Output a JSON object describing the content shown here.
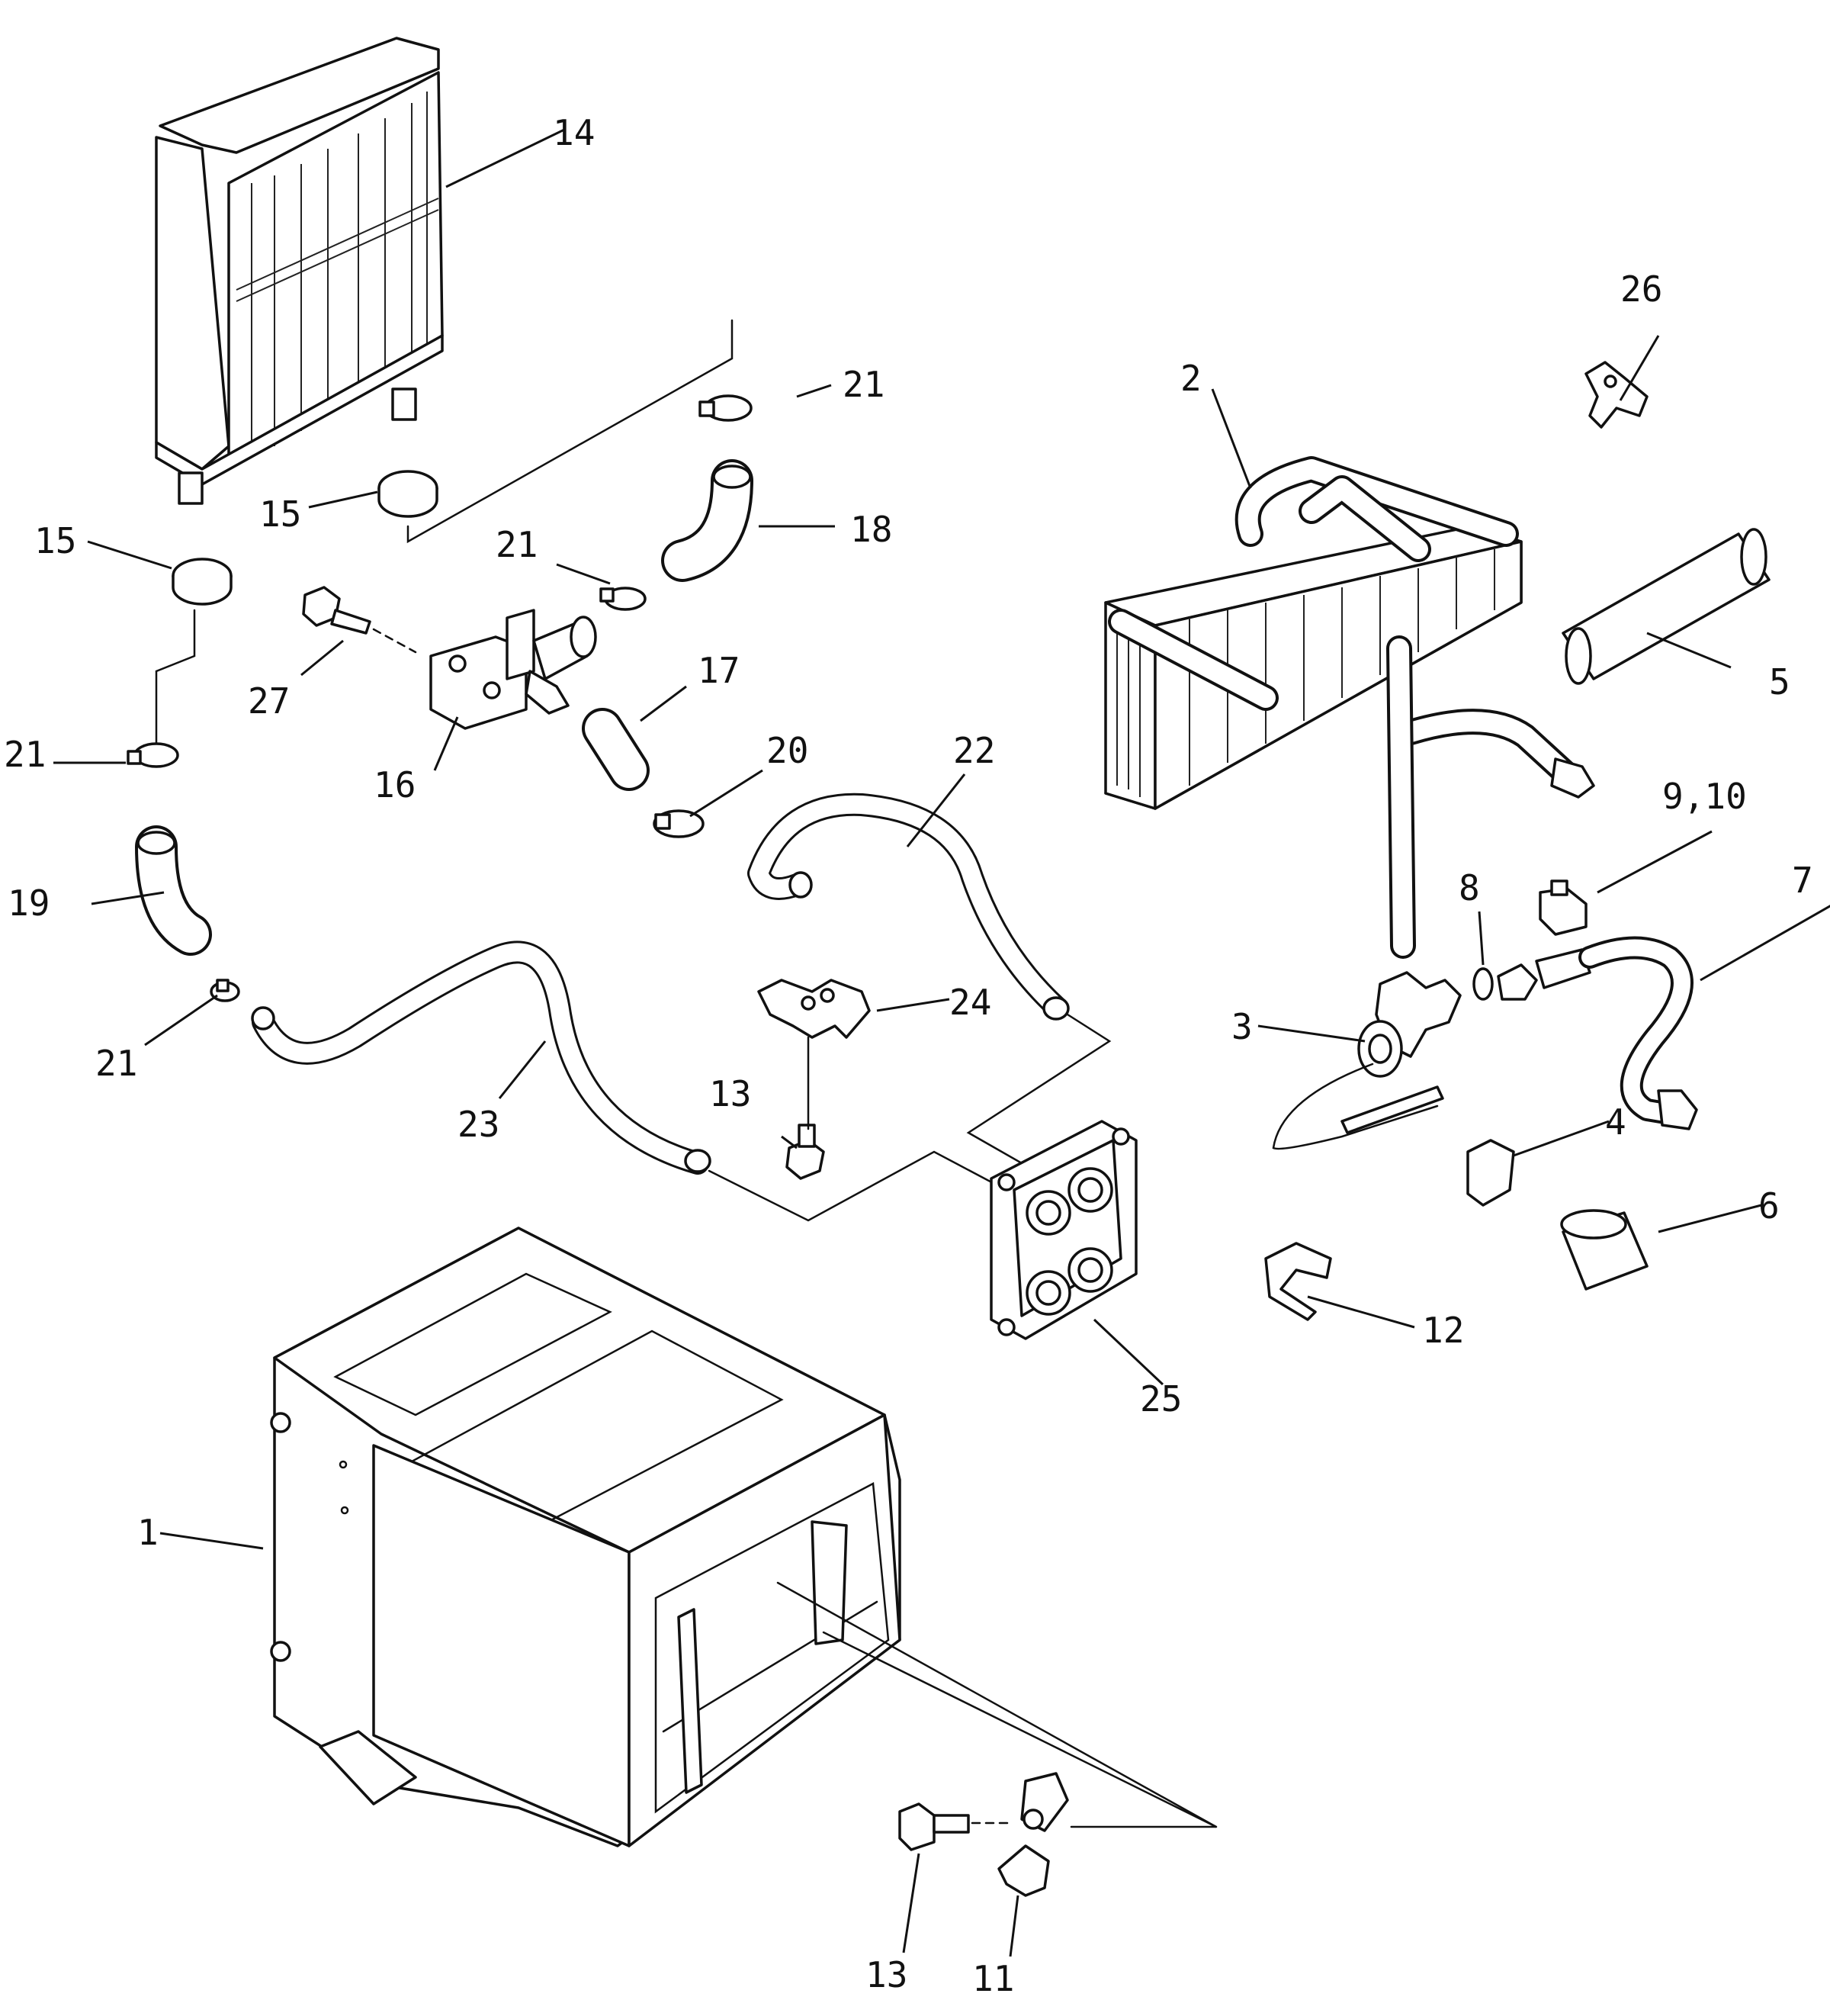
{
  "callouts": {
    "c1": "1",
    "c2": "2",
    "c3": "3",
    "c4": "4",
    "c5": "5",
    "c6": "6",
    "c7": "7",
    "c8": "8",
    "c9_10": "9,10",
    "c11": "11",
    "c12": "12",
    "c13a": "13",
    "c13b": "13",
    "c14": "14",
    "c15a": "15",
    "c15b": "15",
    "c16": "16",
    "c17": "17",
    "c18": "18",
    "c19": "19",
    "c20": "20",
    "c21a": "21",
    "c21b": "21",
    "c21c": "21",
    "c21d": "21",
    "c22": "22",
    "c23": "23",
    "c24": "24",
    "c25": "25",
    "c26": "26",
    "c27": "27"
  }
}
